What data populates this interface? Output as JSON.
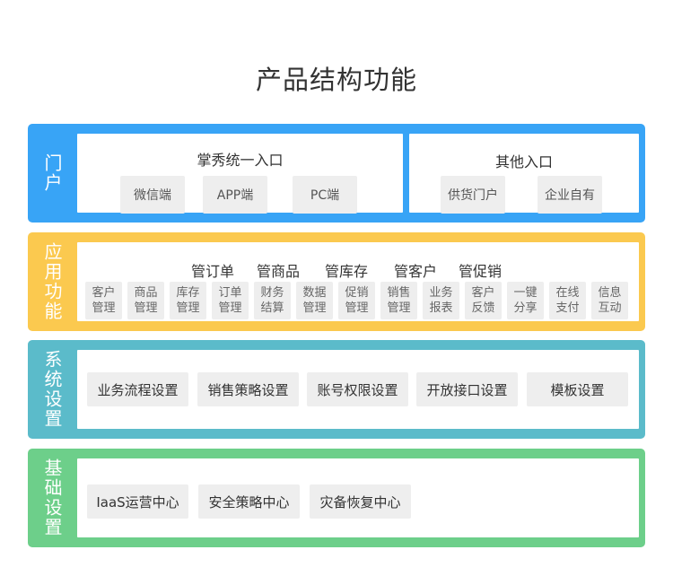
{
  "page": {
    "title": "产品结构功能"
  },
  "colors": {
    "portal": "#38a4f6",
    "app": "#fbc94f",
    "system": "#5bbbca",
    "base": "#6dcf8a"
  },
  "portal": {
    "label": "门户",
    "left_panel": {
      "title": "掌秀统一入口",
      "items": [
        "微信端",
        "APP端",
        "PC端"
      ]
    },
    "right_panel": {
      "title": "其他入口",
      "items": [
        "供货门户",
        "企业自有"
      ]
    }
  },
  "application": {
    "label": "应用功能",
    "categories": [
      "管订单",
      "管商品",
      "管库存",
      "管客户",
      "管促销"
    ],
    "modules": [
      {
        "line1": "客户",
        "line2": "管理"
      },
      {
        "line1": "商品",
        "line2": "管理"
      },
      {
        "line1": "库存",
        "line2": "管理"
      },
      {
        "line1": "订单",
        "line2": "管理"
      },
      {
        "line1": "财务",
        "line2": "结算"
      },
      {
        "line1": "数据",
        "line2": "管理"
      },
      {
        "line1": "促销",
        "line2": "管理"
      },
      {
        "line1": "销售",
        "line2": "管理"
      },
      {
        "line1": "业务",
        "line2": "报表"
      },
      {
        "line1": "客户",
        "line2": "反馈"
      },
      {
        "line1": "一键",
        "line2": "分享"
      },
      {
        "line1": "在线",
        "line2": "支付"
      },
      {
        "line1": "信息",
        "line2": "互动"
      }
    ]
  },
  "system": {
    "label": "系统设置",
    "items": [
      "业务流程设置",
      "销售策略设置",
      "账号权限设置",
      "开放接口设置",
      "模板设置"
    ]
  },
  "base": {
    "label": "基础设置",
    "items": [
      "IaaS运营中心",
      "安全策略中心",
      "灾备恢复中心"
    ]
  }
}
